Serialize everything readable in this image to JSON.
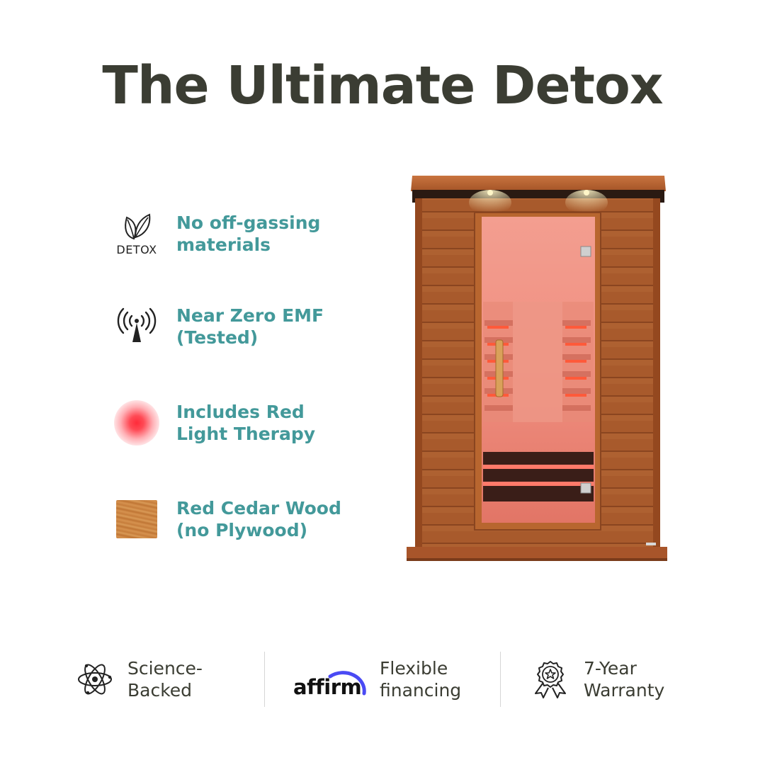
{
  "title": "The Ultimate Detox",
  "features": [
    {
      "icon": "leaf-detox-icon",
      "icon_label": "DETOX",
      "lines": [
        "No off-gassing",
        "materials"
      ]
    },
    {
      "icon": "antenna-emf-icon",
      "lines": [
        "Near Zero EMF",
        "(Tested)"
      ]
    },
    {
      "icon": "red-light-icon",
      "lines": [
        "Includes Red",
        "Light Therapy"
      ]
    },
    {
      "icon": "wood-swatch-icon",
      "lines": [
        "Red Cedar Wood",
        "(no Plywood)"
      ]
    }
  ],
  "footer": [
    {
      "icon": "atom-icon",
      "lines": [
        "Science-",
        "Backed"
      ]
    },
    {
      "icon": "affirm-logo",
      "logo_text": "affirm",
      "lines": [
        "Flexible",
        "financing"
      ]
    },
    {
      "icon": "award-badge-icon",
      "lines": [
        "7-Year",
        "Warranty"
      ]
    }
  ],
  "colors": {
    "title": "#3b3d33",
    "feature_text": "#43999a",
    "footer_text": "#3b3d33",
    "affirm_arc": "#4a4af4",
    "red_light": "#ff2b3a",
    "cedar": "#b0602c"
  }
}
